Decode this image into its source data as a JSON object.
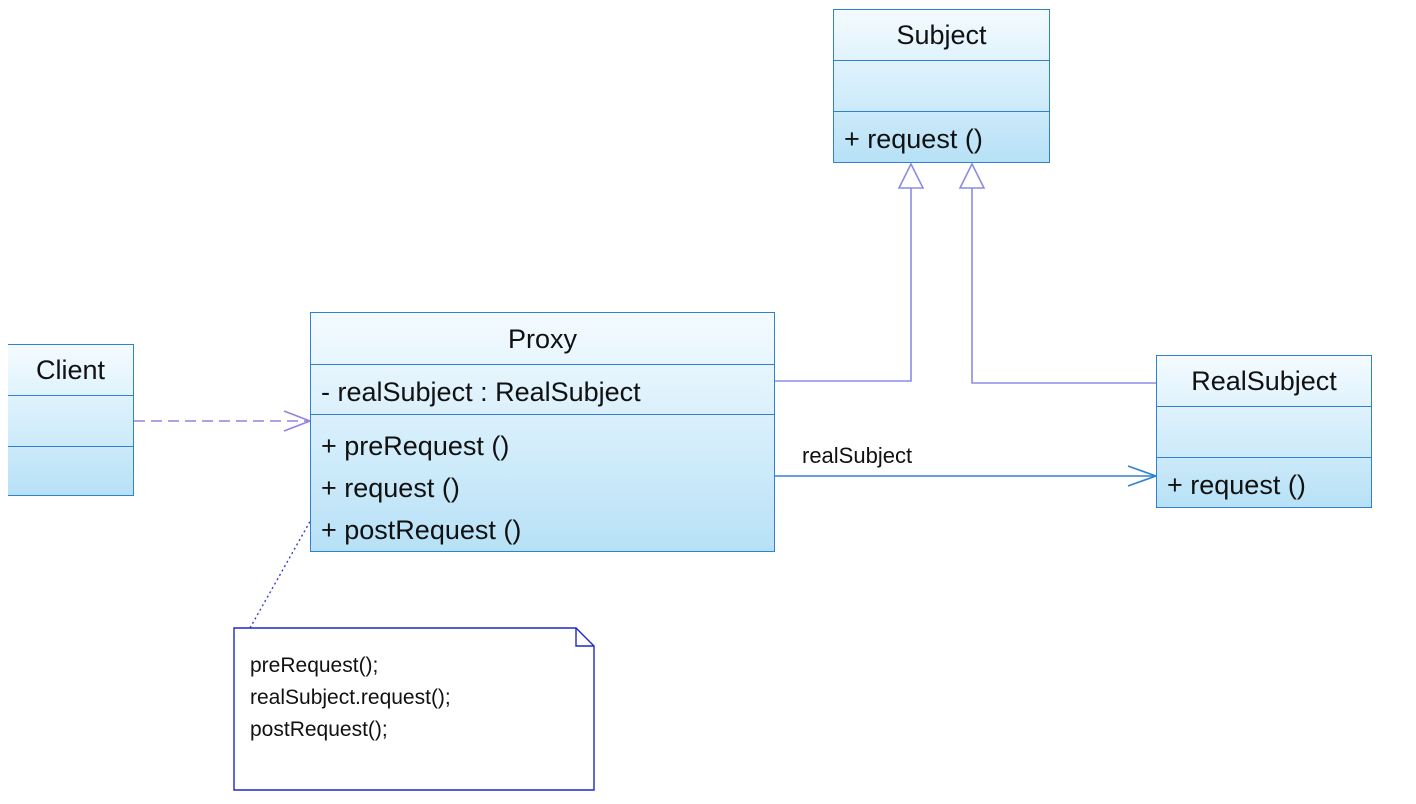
{
  "diagram": {
    "classes": {
      "subject": {
        "name": "Subject",
        "attributes": [],
        "operations": [
          "+  request ()"
        ]
      },
      "proxy": {
        "name": "Proxy",
        "attributes": [
          "-  realSubject  : RealSubject"
        ],
        "operations": [
          "+  preRequest ()",
          "+  request ()",
          "+  postRequest ()"
        ]
      },
      "client": {
        "name": "Client",
        "attributes": [],
        "operations": []
      },
      "real_subject": {
        "name": "RealSubject",
        "attributes": [],
        "operations": [
          "+  request ()"
        ]
      }
    },
    "association_label": "realSubject",
    "note": {
      "lines": [
        "preRequest();",
        "realSubject.request();",
        "postRequest();"
      ]
    },
    "colors": {
      "class_border": "#2f82d2",
      "class_fill_top": "#f4fbff",
      "class_fill_bottom": "#b7e1f6",
      "generalization_line": "#8c8ce6",
      "association_line": "#2f82d2",
      "dependency_line": "#9a7fe0",
      "note_border": "#1e28c8"
    }
  }
}
